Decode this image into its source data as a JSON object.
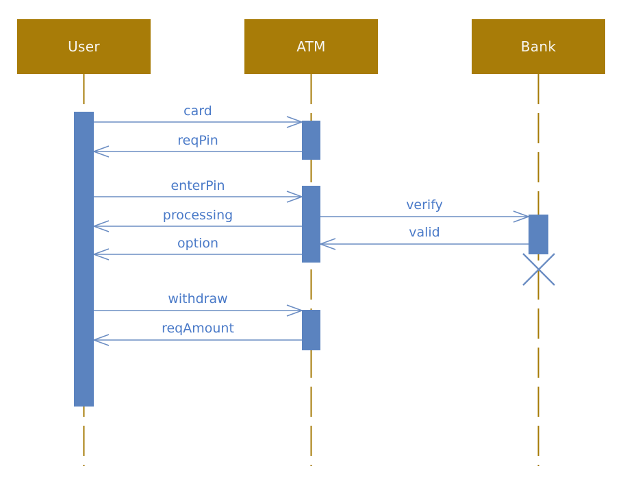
{
  "actors": [
    {
      "name": "User"
    },
    {
      "name": "ATM"
    },
    {
      "name": "Bank"
    }
  ],
  "messages": [
    {
      "label": "card",
      "from": "User",
      "to": "ATM"
    },
    {
      "label": "reqPin",
      "from": "ATM",
      "to": "User"
    },
    {
      "label": "enterPin",
      "from": "User",
      "to": "ATM"
    },
    {
      "label": "verify",
      "from": "ATM",
      "to": "Bank"
    },
    {
      "label": "processing",
      "from": "ATM",
      "to": "User"
    },
    {
      "label": "valid",
      "from": "Bank",
      "to": "ATM"
    },
    {
      "label": "option",
      "from": "ATM",
      "to": "User"
    },
    {
      "label": "withdraw",
      "from": "User",
      "to": "ATM"
    },
    {
      "label": "reqAmount",
      "from": "ATM",
      "to": "User"
    }
  ],
  "activations": [
    {
      "actor": "User",
      "bars": 1
    },
    {
      "actor": "ATM",
      "bars": 3
    },
    {
      "actor": "Bank",
      "bars": 1
    }
  ],
  "destruction_marker": {
    "actor": "Bank"
  },
  "colors": {
    "actor_fill": "#a87c08",
    "actor_text": "#f7f6f2",
    "lifeline": "#a57a05",
    "activation_fill": "#5b83bf",
    "message_line": "#6b8dc3",
    "message_text": "#4a7ac8"
  }
}
